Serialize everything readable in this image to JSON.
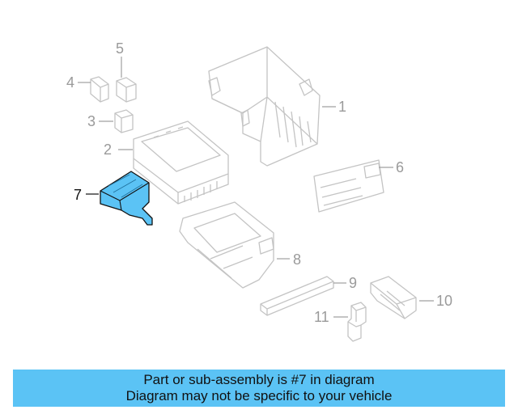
{
  "callouts": {
    "c1": "1",
    "c2": "2",
    "c3": "3",
    "c4": "4",
    "c5": "5",
    "c6": "6",
    "c7": "7",
    "c8": "8",
    "c9": "9",
    "c10": "10",
    "c11": "11"
  },
  "highlight": {
    "part": "7",
    "color": "#5bc3f5"
  },
  "banner": {
    "line1": "Part or sub-assembly is #7 in diagram",
    "line2": "Diagram may not be specific to your vehicle",
    "color": "#5bc3f5"
  }
}
